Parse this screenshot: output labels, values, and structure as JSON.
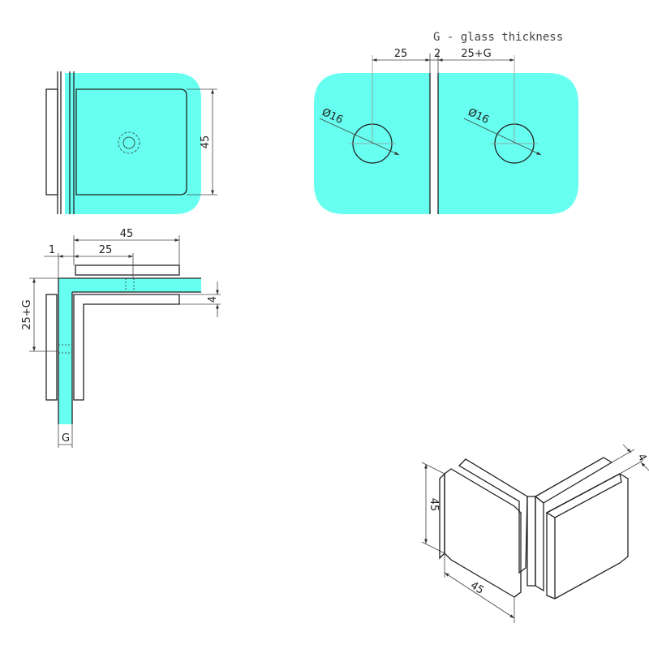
{
  "colors": {
    "glass": "#66fff0",
    "line": "#222222"
  },
  "legend_note": "G - glass thickness",
  "front_view": {
    "height_label": "45"
  },
  "glass_view": {
    "left_offset": "25",
    "gap": "2",
    "right_offset": "25+G",
    "left_hole": "Ø16",
    "right_hole": "Ø16"
  },
  "side_view": {
    "width_label": "45",
    "clear_label": "1",
    "offset_label": "25",
    "vertical_label": "25+G",
    "plate_label": "4",
    "glass_label": "G"
  },
  "iso_view": {
    "height_label": "45",
    "width_label": "45",
    "thickness_label": "4"
  }
}
